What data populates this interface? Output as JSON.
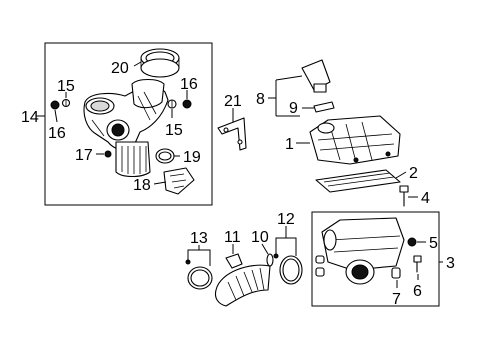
{
  "callouts": {
    "c1": "1",
    "c2": "2",
    "c3": "3",
    "c4": "4",
    "c5": "5",
    "c6": "6",
    "c7": "7",
    "c8": "8",
    "c9": "9",
    "c10": "10",
    "c11": "11",
    "c12": "12",
    "c13": "13",
    "c14": "14",
    "c15a": "15",
    "c15b": "15",
    "c16a": "16",
    "c16b": "16",
    "c17": "17",
    "c18": "18",
    "c19": "19",
    "c20": "20",
    "c21": "21"
  }
}
